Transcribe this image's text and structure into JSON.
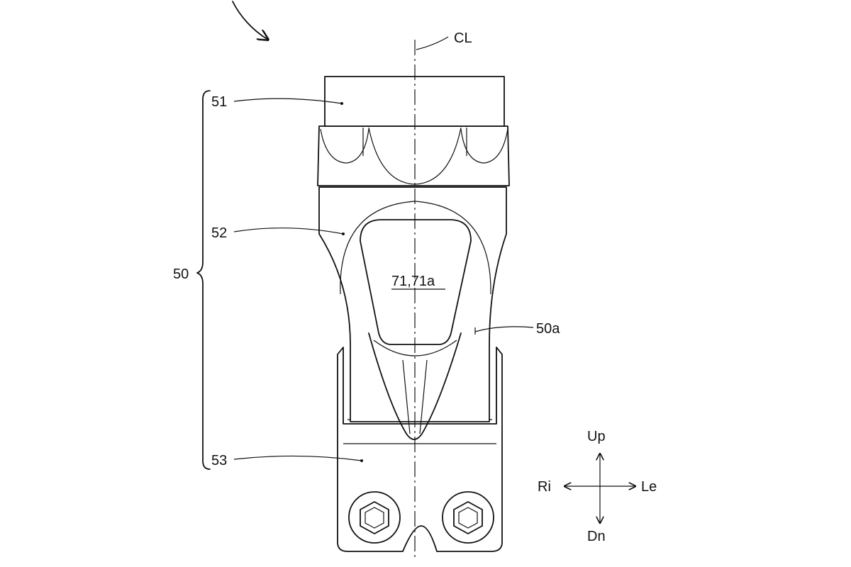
{
  "labels": {
    "centerline": "CL",
    "assembly": "50",
    "top_part": "51",
    "mid_part": "52",
    "bottom_part": "53",
    "surface": "50a",
    "opening": "71,71a"
  },
  "directions": {
    "up": "Up",
    "down": "Dn",
    "right": "Ri",
    "left": "Le"
  },
  "colors": {
    "line": "#111111",
    "background": "#ffffff"
  }
}
